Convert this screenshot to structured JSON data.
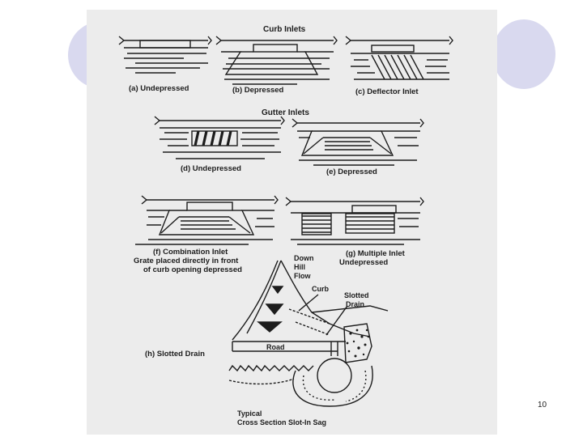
{
  "page_number": "10",
  "figure": {
    "curb_inlets_title": "Curb Inlets",
    "gutter_inlets_title": "Gutter Inlets",
    "captions": {
      "a": "(a) Undepressed",
      "b": "(b) Depressed",
      "c": "(c) Deflector Inlet",
      "d": "(d) Undepressed",
      "e": "(e) Depressed",
      "f_line1": "(f) Combination Inlet",
      "f_line2": "Grate placed directly in front",
      "f_line3": "of curb opening depressed",
      "g_line1": "(g) Multiple Inlet",
      "g_line2": "Undepressed",
      "h": "(h) Slotted Drain"
    },
    "slotted_drain_labels": {
      "down": "Down",
      "hill": "Hill",
      "flow": "Flow",
      "curb": "Curb",
      "slotted": "Slotted",
      "drain": "Drain",
      "road": "Road",
      "typical": "Typical",
      "cross_section": "Cross Section Slot-In Sag"
    }
  },
  "colors": {
    "slide_background": "#ffffff",
    "decor_circles": "#d9d9ef",
    "scan_background": "#ececec",
    "ink": "#1c1c1c"
  }
}
